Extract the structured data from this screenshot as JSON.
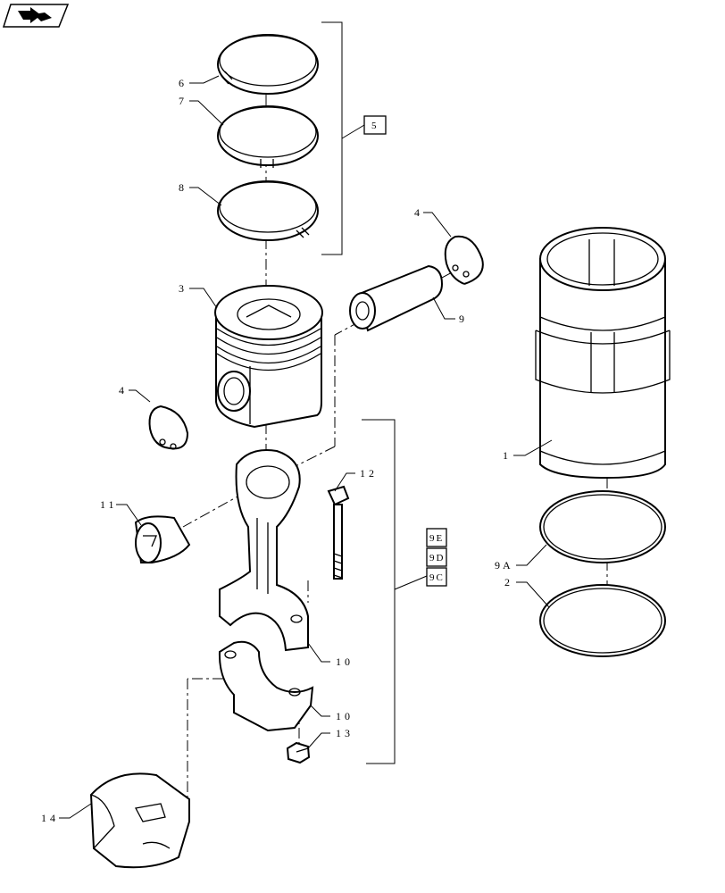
{
  "callouts": {
    "c6": "6",
    "c7": "7",
    "c8": "8",
    "c5": "5",
    "c4a": "4",
    "c3": "3",
    "c9": "9",
    "c4b": "4",
    "c1": "1",
    "c12": "12",
    "c11": "11",
    "c9e": "9E",
    "c9d": "9D",
    "c9c": "9C",
    "c9a": "9A",
    "c2": "2",
    "c10a": "10",
    "c10b": "10",
    "c13": "13",
    "c14": "14"
  },
  "icons": {
    "nav": "book-arrow-icon"
  }
}
